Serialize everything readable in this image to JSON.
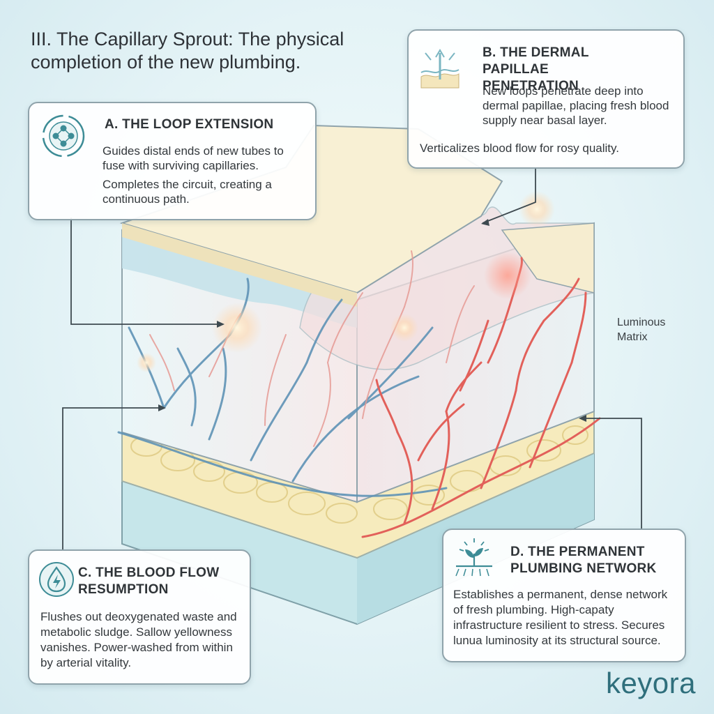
{
  "title": "III. The Capillary Sprout: The physical completion of the new plumbing.",
  "cards": {
    "a": {
      "heading": "A. THE LOOP EXTENSION",
      "line1": "Guides distal ends of new tubes to fuse with surviving capillaries.",
      "line2": "Completes the circuit, creating a continuous path.",
      "icon": "circuit-nodes-icon"
    },
    "b": {
      "heading": "B. THE DERMAL PAPILLAE PENETRATION",
      "line1": "New loops penetrate deep into dermal papillae, placing fresh blood supply near basal layer.",
      "line2": "Verticalizes blood flow for rosy quality.",
      "icon": "papillae-penetration-icon"
    },
    "c": {
      "heading": "C. THE BLOOD FLOW RESUMPTION",
      "body": "Flushes out deoxygenated waste and metabolic sludge. Sallow yellowness vanishes. Power-washed from within by arterial vitality.",
      "icon": "droplet-bolt-icon"
    },
    "d": {
      "heading": "D. THE PERMANENT PLUMBING NETWORK",
      "body": "Establishes a permanent, dense network of fresh plumbing. High-capaty infrastructure resilient to stress. Secures lunua luminosity at its structural source.",
      "icon": "sprouting-plant-icon"
    }
  },
  "labels": {
    "luminous_matrix": "Luminous Matrix"
  },
  "brand": "keyora",
  "colors": {
    "capillary_red": "#e2605a",
    "vein_blue": "#5f93b6",
    "epidermis": "#f8f0d4",
    "dermis_band": "#c7e2ea",
    "fat_yellow": "#f4e7b4",
    "frame": "#8fa3ab"
  }
}
